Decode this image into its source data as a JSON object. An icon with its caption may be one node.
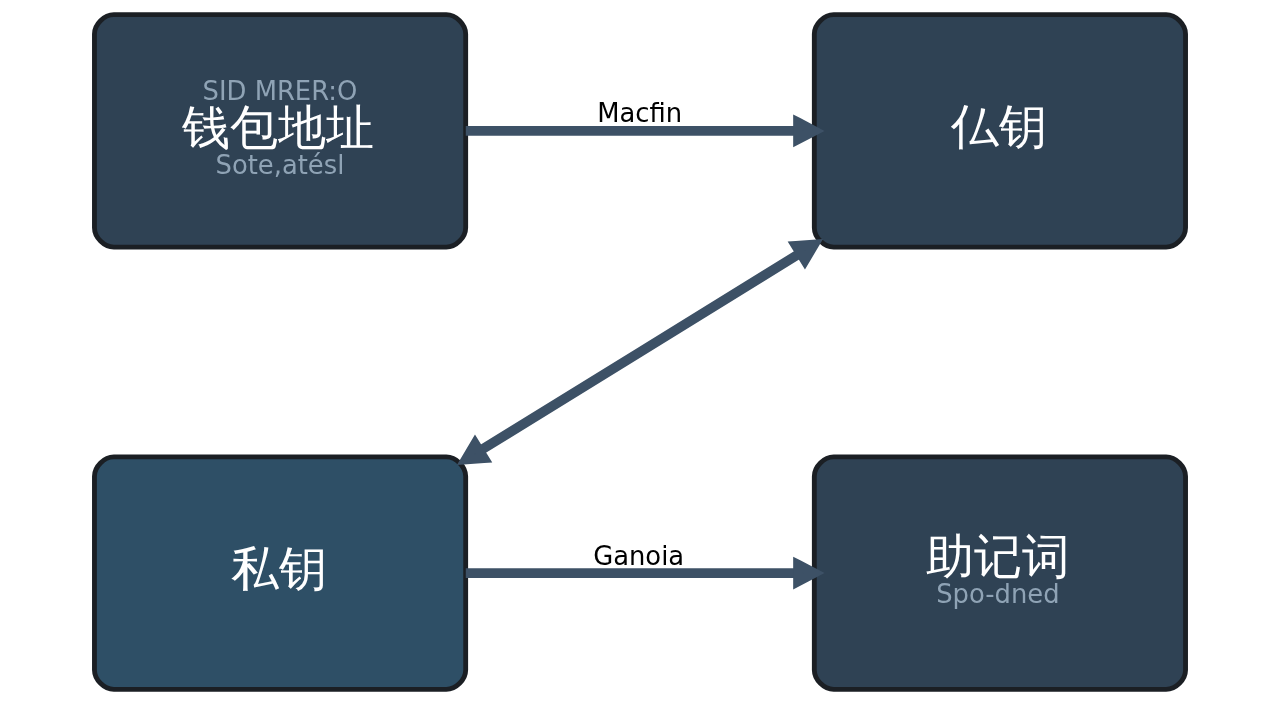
{
  "diagram": {
    "nodes": [
      {
        "text": [
          "SID MRER:O",
          "钱包地址",
          "Sote,atésl"
        ]
      },
      {
        "text": [
          "仏钥"
        ]
      },
      {
        "text": [
          "私钥"
        ]
      },
      {
        "text": [
          "助记词",
          "Spo-dned"
        ]
      }
    ],
    "edges": [
      {
        "from": 0,
        "to": 1,
        "arrow": "to",
        "label": "Macfin"
      },
      {
        "from": 1,
        "to": 2,
        "arrow": "both"
      },
      {
        "from": 2,
        "to": 3,
        "arrow": "to",
        "label": "Ganoia"
      }
    ]
  }
}
